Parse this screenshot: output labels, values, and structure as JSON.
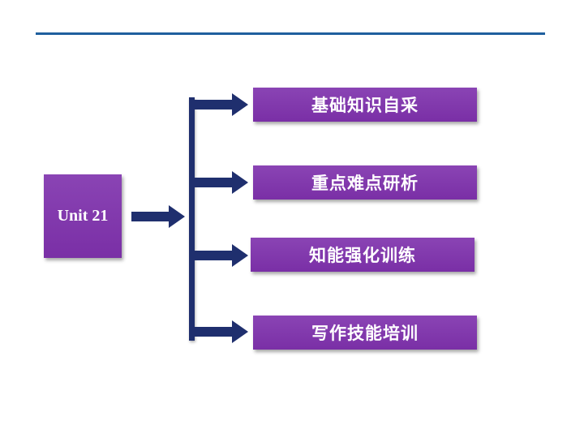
{
  "unit": {
    "label": "Unit 21"
  },
  "menu": {
    "items": [
      {
        "label": "基础知识自采"
      },
      {
        "label": "重点难点研析"
      },
      {
        "label": "知能强化训练"
      },
      {
        "label": "写作技能培训"
      }
    ]
  },
  "colors": {
    "rule": "#1f5f9e",
    "box_purple": "#7b32a8",
    "arrow_navy": "#1f2f6e",
    "text": "#ffffff"
  }
}
